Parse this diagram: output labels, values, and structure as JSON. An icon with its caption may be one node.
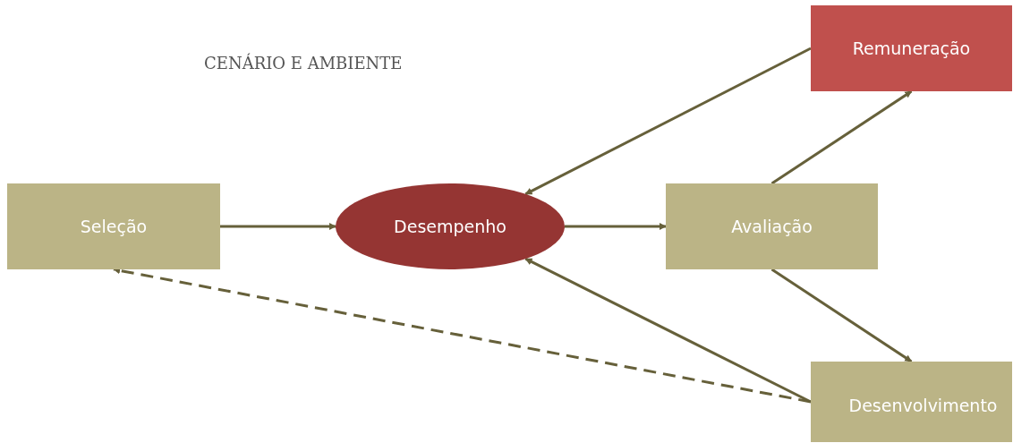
{
  "diagram": {
    "title": "CENÁRIO E AMBIENTE",
    "nodes": [
      {
        "text": [
          "Seleção"
        ]
      },
      {
        "text": [
          "Desempenho"
        ]
      },
      {
        "text": [
          "Avaliação"
        ]
      },
      {
        "text": [
          "Remuneração"
        ]
      },
      {
        "text": [
          "Desenvolvimento"
        ]
      }
    ],
    "edges": [
      {
        "from": 0,
        "to": 1,
        "arrow": "to"
      },
      {
        "from": 1,
        "to": 2,
        "arrow": "to"
      },
      {
        "from": 2,
        "to": 3,
        "arrow": "to"
      },
      {
        "from": 2,
        "to": 4,
        "arrow": "to"
      },
      {
        "from": 3,
        "to": 1,
        "arrow": "to"
      },
      {
        "from": 4,
        "to": 1,
        "arrow": "to"
      },
      {
        "from": 4,
        "to": 0,
        "arrow": "to",
        "style": "dashed"
      }
    ]
  }
}
